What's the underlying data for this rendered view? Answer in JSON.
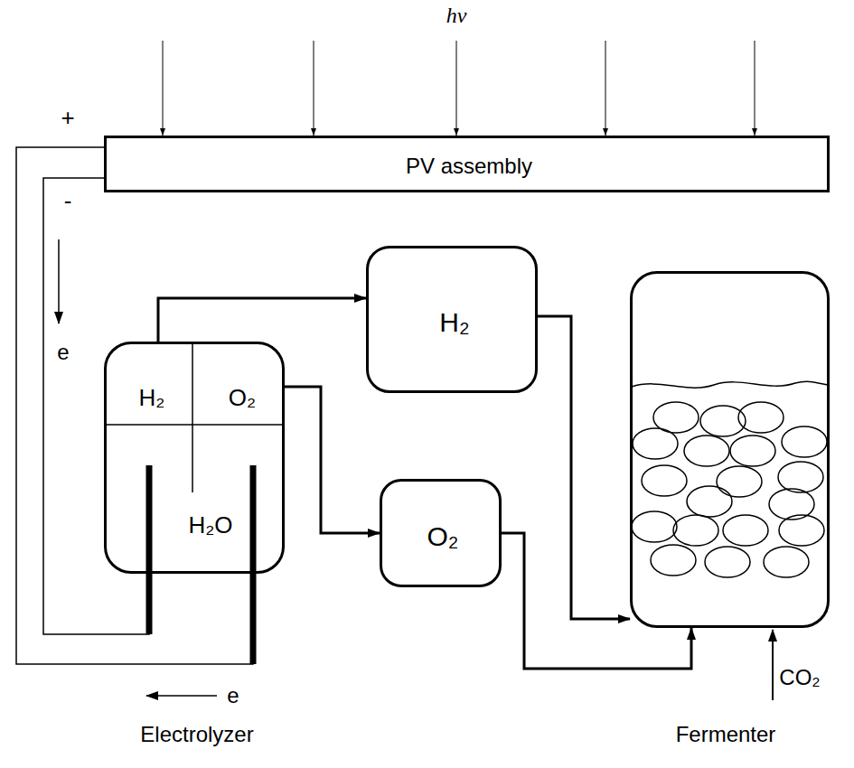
{
  "diagram": {
    "nodes": [
      {
        "text": [
          "PV assembly"
        ]
      },
      {
        "text": [
          "H₂",
          "O₂",
          "H₂O",
          "Electrolyzer"
        ]
      },
      {
        "text": [
          "H₂"
        ]
      },
      {
        "text": [
          "O₂"
        ]
      },
      {
        "text": [
          "Fermenter"
        ]
      }
    ],
    "edges": [
      {
        "from": 1,
        "to": 2,
        "arrow": "to"
      },
      {
        "from": 1,
        "to": 3,
        "arrow": "to"
      },
      {
        "from": 2,
        "to": 4,
        "arrow": "to"
      },
      {
        "from": 3,
        "to": 4,
        "arrow": "to"
      },
      {
        "from": 0,
        "to": 1,
        "arrow": "none"
      },
      {
        "from": 0,
        "to": 1,
        "arrow": "none"
      }
    ],
    "labels": [
      "hv",
      "+",
      "-",
      "e",
      "e",
      "CO₂"
    ]
  }
}
